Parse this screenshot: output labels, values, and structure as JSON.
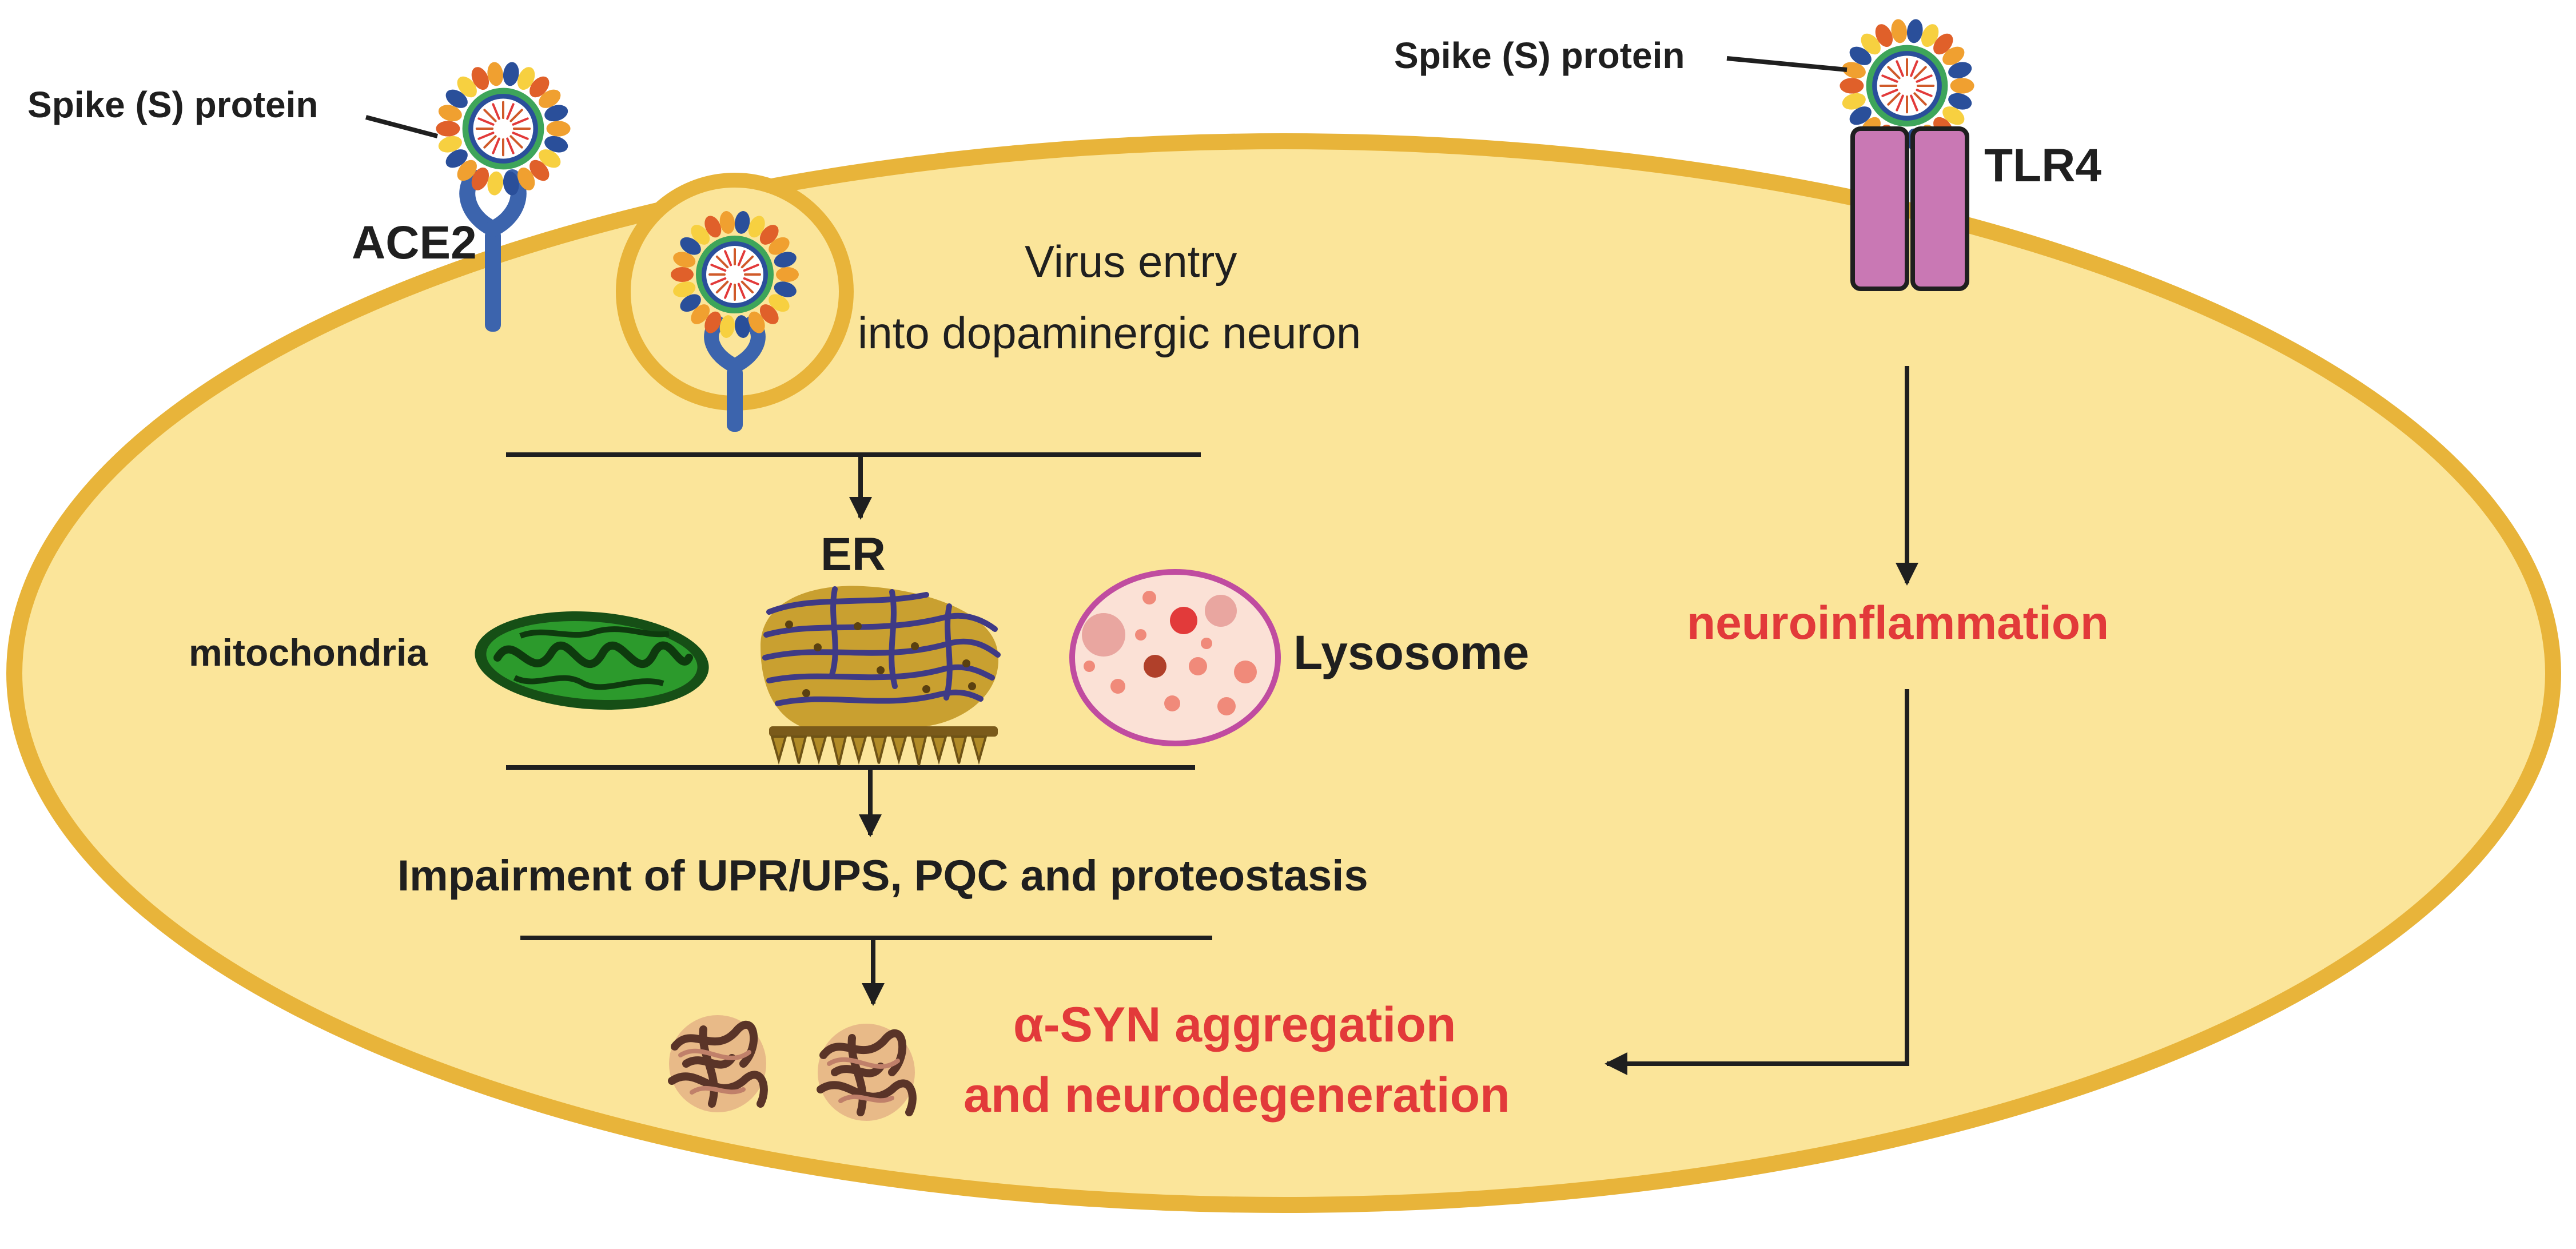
{
  "labels": {
    "spike_left": "Spike (S) protein",
    "spike_right": "Spike (S) protein",
    "ace2": "ACE2",
    "tlr4": "TLR4",
    "virus_entry_line1": "Virus entry",
    "virus_entry_line2": "into dopaminergic neuron",
    "er": "ER",
    "mitochondria": "mitochondria",
    "lysosome": "Lysosome",
    "impairment": "Impairment of UPR/UPS, PQC and proteostasis",
    "neuroinflammation": "neuroinflammation",
    "asyn_line1": "α-SYN aggregation",
    "asyn_line2": "and neurodegeneration"
  },
  "colors": {
    "cell_fill": "#fbe59a",
    "cell_border": "#e8b43a",
    "receptor_blue": "#3c64ad",
    "tlr4_fill": "#c978b4",
    "highlight_red": "#e23a3a",
    "text_dark": "#1f1f1f",
    "mitochondria_green": "#2c9a2c",
    "er_gold": "#c9a030",
    "lysosome_border": "#c04ca0",
    "lysosome_fill": "#fbe1d6"
  }
}
